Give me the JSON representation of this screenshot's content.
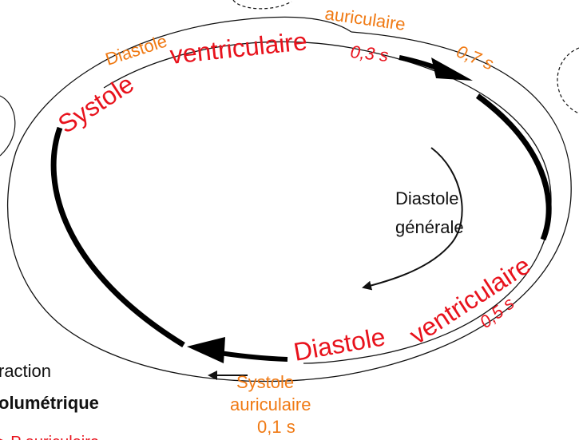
{
  "diagram": {
    "colors": {
      "ventricular": "#e8121c",
      "auricular": "#f07a14",
      "general": "#111111"
    },
    "top": {
      "diastole": "Diastole",
      "auriculaire": "auriculaire",
      "duration_auric": "0,7 s",
      "systole": "Systole",
      "ventriculaire": "ventriculaire",
      "duration_vent": "0,3 s"
    },
    "center": {
      "line1": "Diastole",
      "line2": "générale"
    },
    "right": {
      "ventriculaire": "ventriculaire",
      "duration": "0,5 s"
    },
    "bottom": {
      "diastole": "Diastole",
      "systole": "Systole",
      "auriculaire": "auriculaire",
      "duration": "0,1 s"
    },
    "left_partial": {
      "line1": "raction",
      "line2": "olumétrique",
      "line3": "> P auriculaire"
    }
  }
}
